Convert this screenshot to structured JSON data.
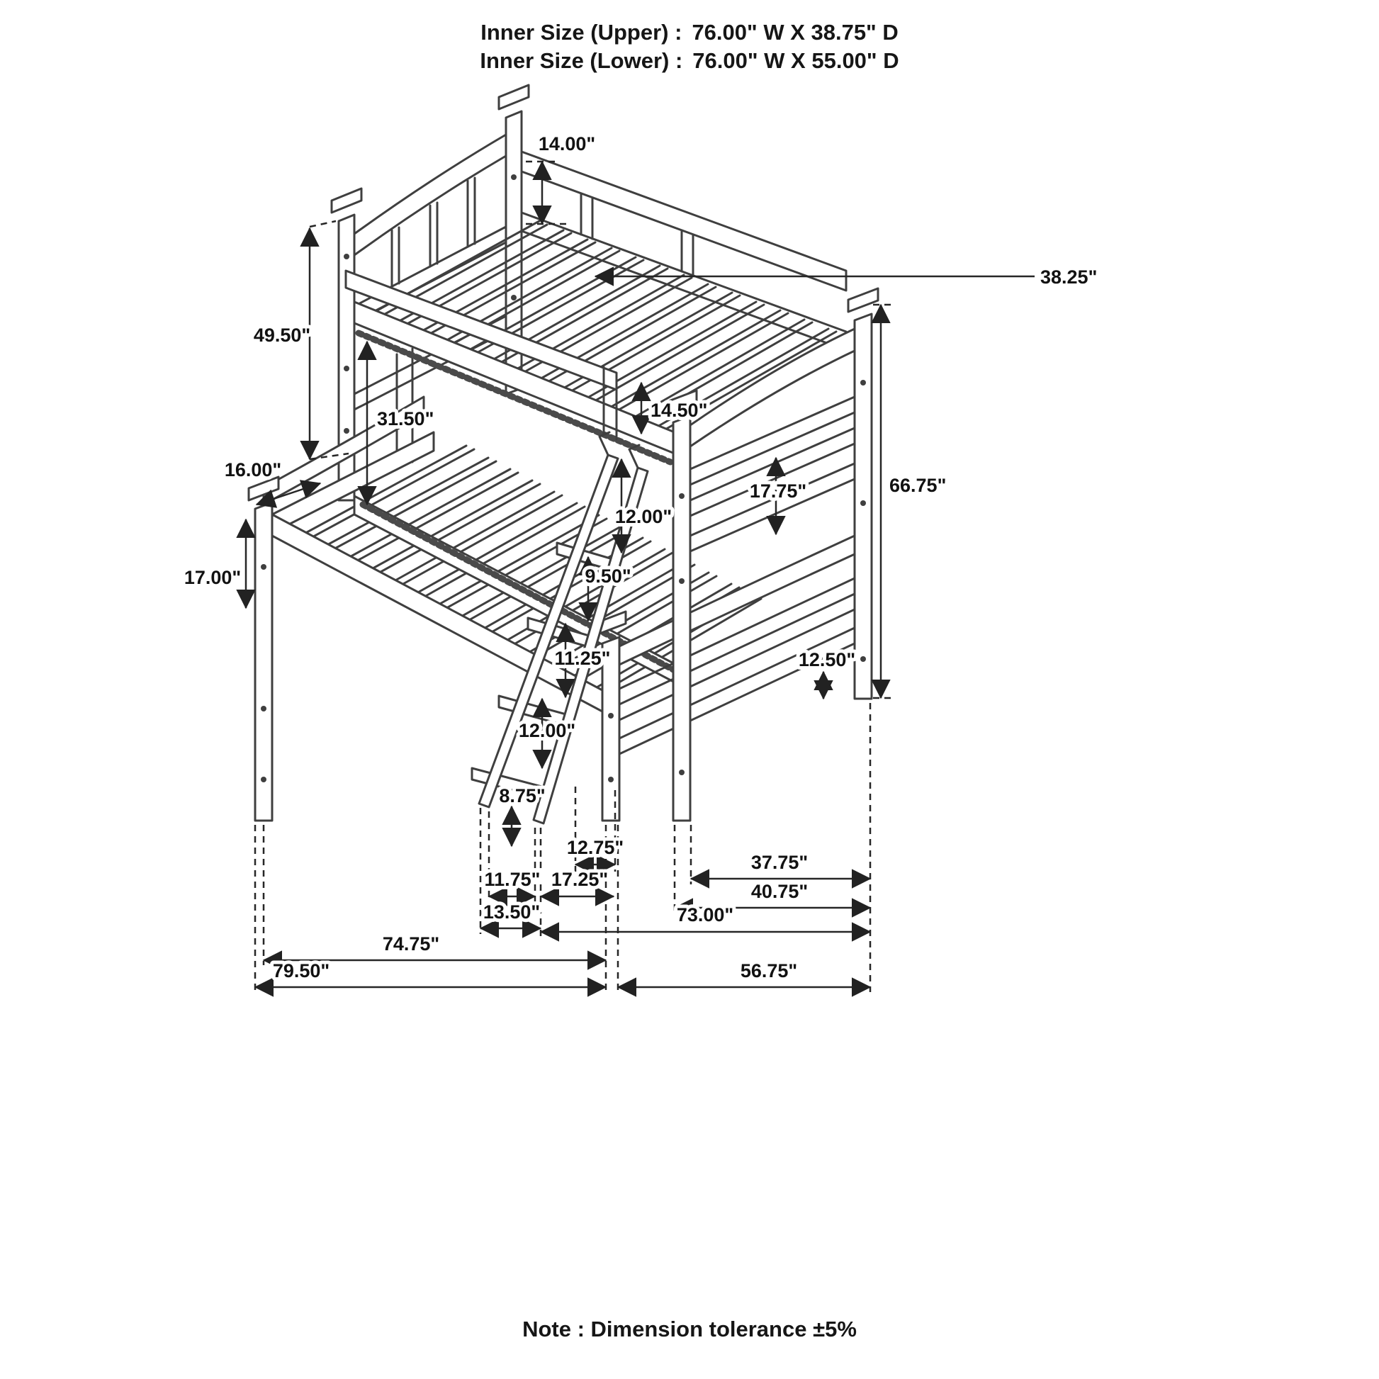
{
  "header": {
    "upper_label": "Inner Size (Upper) :",
    "upper_value": "76.00\" W X 38.75\" D",
    "lower_label": "Inner Size (Lower) :",
    "lower_value": "76.00\" W X 55.00\" D"
  },
  "note": {
    "text": "Note : Dimension tolerance ±5%"
  },
  "dims": {
    "headboard_top": "14.00\"",
    "upper_depth_inner": "38.25\"",
    "upper_rail_height": "49.50\"",
    "upper_clearance": "31.50\"",
    "guard_height": "14.50\"",
    "overall_height": "66.75\"",
    "front_extension": "16.00\"",
    "bunk_gap": "17.75\"",
    "ladder_top_spacing": "12.00\"",
    "ladder_mid_spacing": "9.50\"",
    "lower_leg": "17.00\"",
    "ladder_lower_spacing": "11.25\"",
    "foot_rail": "12.50\"",
    "ladder_bottom_spacing": "12.00\"",
    "bottom_step": "8.75\"",
    "step_depth": "12.75\"",
    "ladder_foot_inner": "11.75\"",
    "ladder_to_post": "17.25\"",
    "foot_inner": "37.75\"",
    "foot_outer": "40.75\"",
    "ladder_feet_span": "13.50\"",
    "lower_span": "73.00\"",
    "lower_front_span": "74.75\"",
    "overall_front": "79.50\"",
    "upper_span": "56.75\""
  }
}
